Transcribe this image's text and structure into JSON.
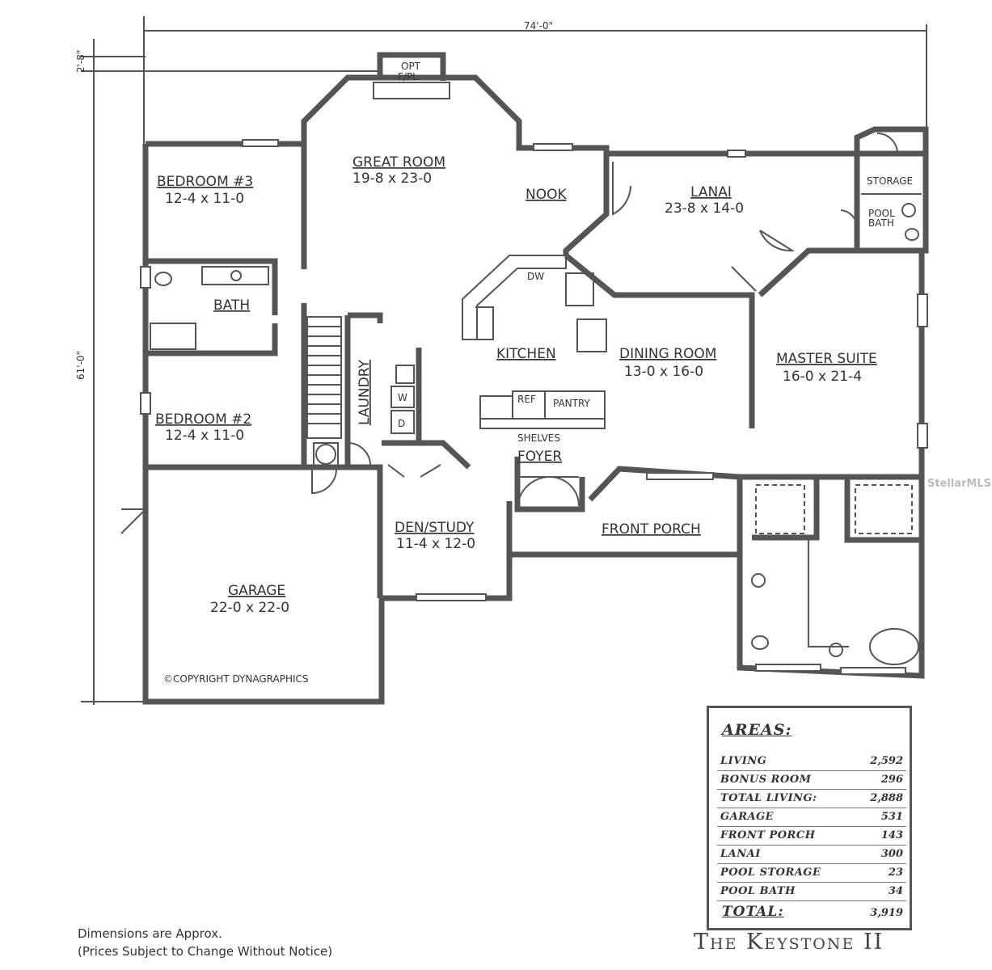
{
  "dimensions": {
    "width": "74'-0\"",
    "depth": "61'-0\"",
    "offset": "2'-8\""
  },
  "rooms": {
    "great_room": {
      "name": "GREAT ROOM",
      "size": "19-8 x 23-0"
    },
    "nook": {
      "name": "NOOK"
    },
    "lanai": {
      "name": "LANAI",
      "size": "23-8 x 14-0"
    },
    "bedroom3": {
      "name": "BEDROOM #3",
      "size": "12-4 x 11-0"
    },
    "bath": {
      "name": "BATH"
    },
    "bedroom2": {
      "name": "BEDROOM #2",
      "size": "12-4 x 11-0"
    },
    "laundry": {
      "name": "LAUNDRY"
    },
    "kitchen": {
      "name": "KITCHEN"
    },
    "dining": {
      "name": "DINING ROOM",
      "size": "13-0 x 16-0"
    },
    "master": {
      "name": "MASTER SUITE",
      "size": "16-0 x 21-4"
    },
    "foyer": {
      "name": "FOYER"
    },
    "den": {
      "name": "DEN/STUDY",
      "size": "11-4 x 12-0"
    },
    "porch": {
      "name": "FRONT PORCH"
    },
    "garage": {
      "name": "GARAGE",
      "size": "22-0 x 22-0"
    },
    "storage": {
      "name": "STORAGE"
    },
    "pool_bath": {
      "line1": "POOL",
      "line2": "BATH"
    }
  },
  "fixtures": {
    "fireplace_1": "OPT",
    "fireplace_2": "F/PL",
    "dw": "DW",
    "ref": "REF",
    "pantry": "PANTRY",
    "shelves": "SHELVES",
    "washer": "W",
    "dryer": "D"
  },
  "copyright": "©COPYRIGHT DYNAGRAPHICS",
  "areas": {
    "title": "AREAS:",
    "rows": [
      {
        "label": "LIVING",
        "value": "2,592"
      },
      {
        "label": "BONUS ROOM",
        "value": "296"
      },
      {
        "label": "TOTAL LIVING:",
        "value": "2,888"
      },
      {
        "label": "GARAGE",
        "value": "531"
      },
      {
        "label": "FRONT PORCH",
        "value": "143"
      },
      {
        "label": "LANAI",
        "value": "300"
      },
      {
        "label": "POOL STORAGE",
        "value": "23"
      },
      {
        "label": "POOL BATH",
        "value": "34"
      }
    ],
    "total_label": "TOTAL:",
    "total_value": "3,919"
  },
  "plan_title": "The Keystone II",
  "notes": {
    "line1": "Dimensions are Approx.",
    "line2": "(Prices Subject to Change Without Notice)"
  },
  "watermark": "StellarMLS"
}
